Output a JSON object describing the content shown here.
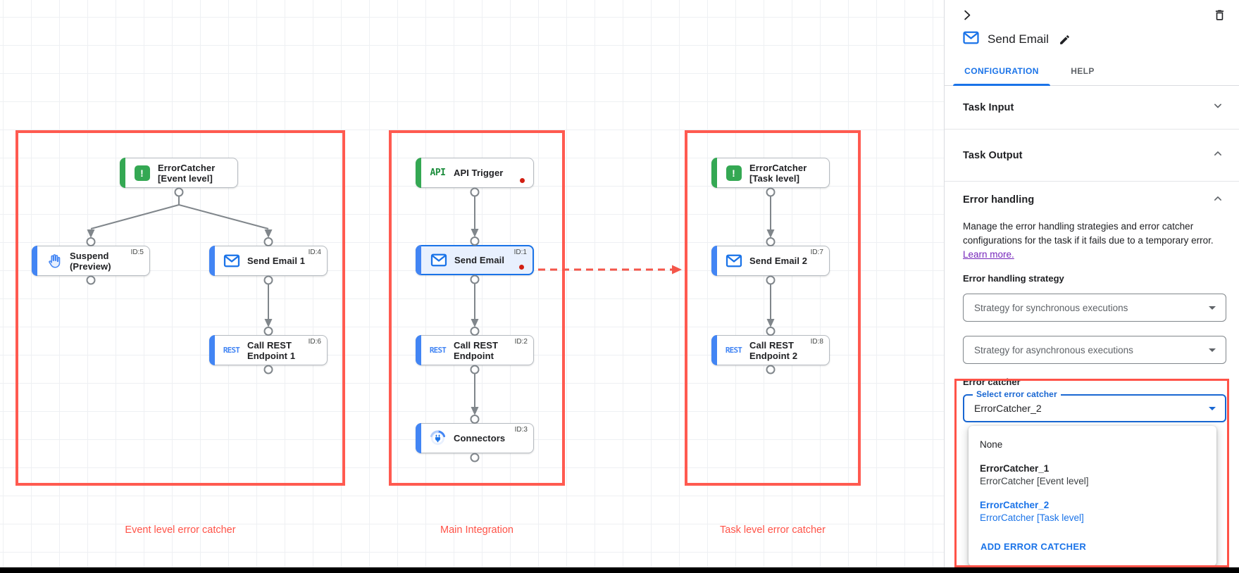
{
  "canvas": {
    "groups": [
      {
        "key": "event-level",
        "label": "Event level error catcher"
      },
      {
        "key": "main",
        "label": "Main Integration"
      },
      {
        "key": "task-level",
        "label": "Task level error catcher"
      }
    ],
    "nodes": [
      {
        "key": "error_catcher_event",
        "lines": [
          "ErrorCatcher",
          "[Event level]"
        ],
        "id": "",
        "icon": "error-catcher-icon",
        "accent": "green"
      },
      {
        "key": "suspend",
        "lines": [
          "Suspend",
          "(Preview)"
        ],
        "id": "ID:5",
        "icon": "hand-icon",
        "accent": "blue"
      },
      {
        "key": "send_email_1",
        "lines": [
          "Send Email 1"
        ],
        "id": "ID:4",
        "icon": "email-icon",
        "accent": "blue"
      },
      {
        "key": "call_rest_1",
        "lines": [
          "Call REST",
          "Endpoint 1"
        ],
        "id": "ID:6",
        "icon": "rest-icon",
        "accent": "blue"
      },
      {
        "key": "api_trigger",
        "lines": [
          "API Trigger"
        ],
        "id": "",
        "icon": "api-icon",
        "accent": "green",
        "dot": true
      },
      {
        "key": "send_email",
        "lines": [
          "Send Email"
        ],
        "id": "ID:1",
        "icon": "email-icon",
        "accent": "blue",
        "dot": true,
        "selected": true
      },
      {
        "key": "call_rest",
        "lines": [
          "Call REST",
          "Endpoint"
        ],
        "id": "ID:2",
        "icon": "rest-icon",
        "accent": "blue"
      },
      {
        "key": "connectors",
        "lines": [
          "Connectors"
        ],
        "id": "ID:3",
        "icon": "connectors-icon",
        "accent": "blue"
      },
      {
        "key": "error_catcher_task",
        "lines": [
          "ErrorCatcher",
          "[Task level]"
        ],
        "id": "",
        "icon": "error-catcher-icon",
        "accent": "green"
      },
      {
        "key": "send_email_2",
        "lines": [
          "Send Email 2"
        ],
        "id": "ID:7",
        "icon": "email-icon",
        "accent": "blue"
      },
      {
        "key": "call_rest_2",
        "lines": [
          "Call REST",
          "Endpoint 2"
        ],
        "id": "ID:8",
        "icon": "rest-icon",
        "accent": "blue"
      }
    ],
    "edges": [
      {
        "from": "error_catcher_event",
        "to": "suspend"
      },
      {
        "from": "error_catcher_event",
        "to": "send_email_1"
      },
      {
        "from": "send_email_1",
        "to": "call_rest_1"
      },
      {
        "from": "api_trigger",
        "to": "send_email"
      },
      {
        "from": "send_email",
        "to": "call_rest"
      },
      {
        "from": "call_rest",
        "to": "connectors"
      },
      {
        "from": "error_catcher_task",
        "to": "send_email_2"
      },
      {
        "from": "send_email_2",
        "to": "call_rest_2"
      }
    ],
    "annotation_arrow": {
      "from": "send_email",
      "to": "task-level-group",
      "style": "red-dashed"
    }
  },
  "panel": {
    "title": "Send Email",
    "tabs": [
      {
        "label": "CONFIGURATION",
        "active": true
      },
      {
        "label": "HELP",
        "active": false
      }
    ],
    "sections": {
      "task_input": "Task Input",
      "task_output": "Task Output",
      "error_handling": "Error handling"
    },
    "error_handling": {
      "description": "Manage the error handling strategies and error catcher configurations for the task if it fails due to a temporary error.",
      "learn_more": "Learn more.",
      "strategy_label": "Error handling strategy",
      "sync_placeholder": "Strategy for synchronous executions",
      "async_placeholder": "Strategy for asynchronous executions",
      "error_catcher_label": "Error catcher",
      "select_label": "Select error catcher",
      "select_value": "ErrorCatcher_2",
      "menu": {
        "items": [
          {
            "title": "None",
            "subtitle": ""
          },
          {
            "title": "ErrorCatcher_1",
            "subtitle": "ErrorCatcher [Event level]"
          },
          {
            "title": "ErrorCatcher_2",
            "subtitle": "ErrorCatcher [Task level]",
            "selected": true
          }
        ],
        "action": "ADD ERROR CATCHER"
      }
    }
  },
  "colors": {
    "annotation_red": "#ff5348",
    "accent_blue": "#1a73e8",
    "node_blue": "#4285f4",
    "node_green": "#34a853",
    "edge_gray": "#80868b",
    "dot_red": "#d21f12"
  }
}
